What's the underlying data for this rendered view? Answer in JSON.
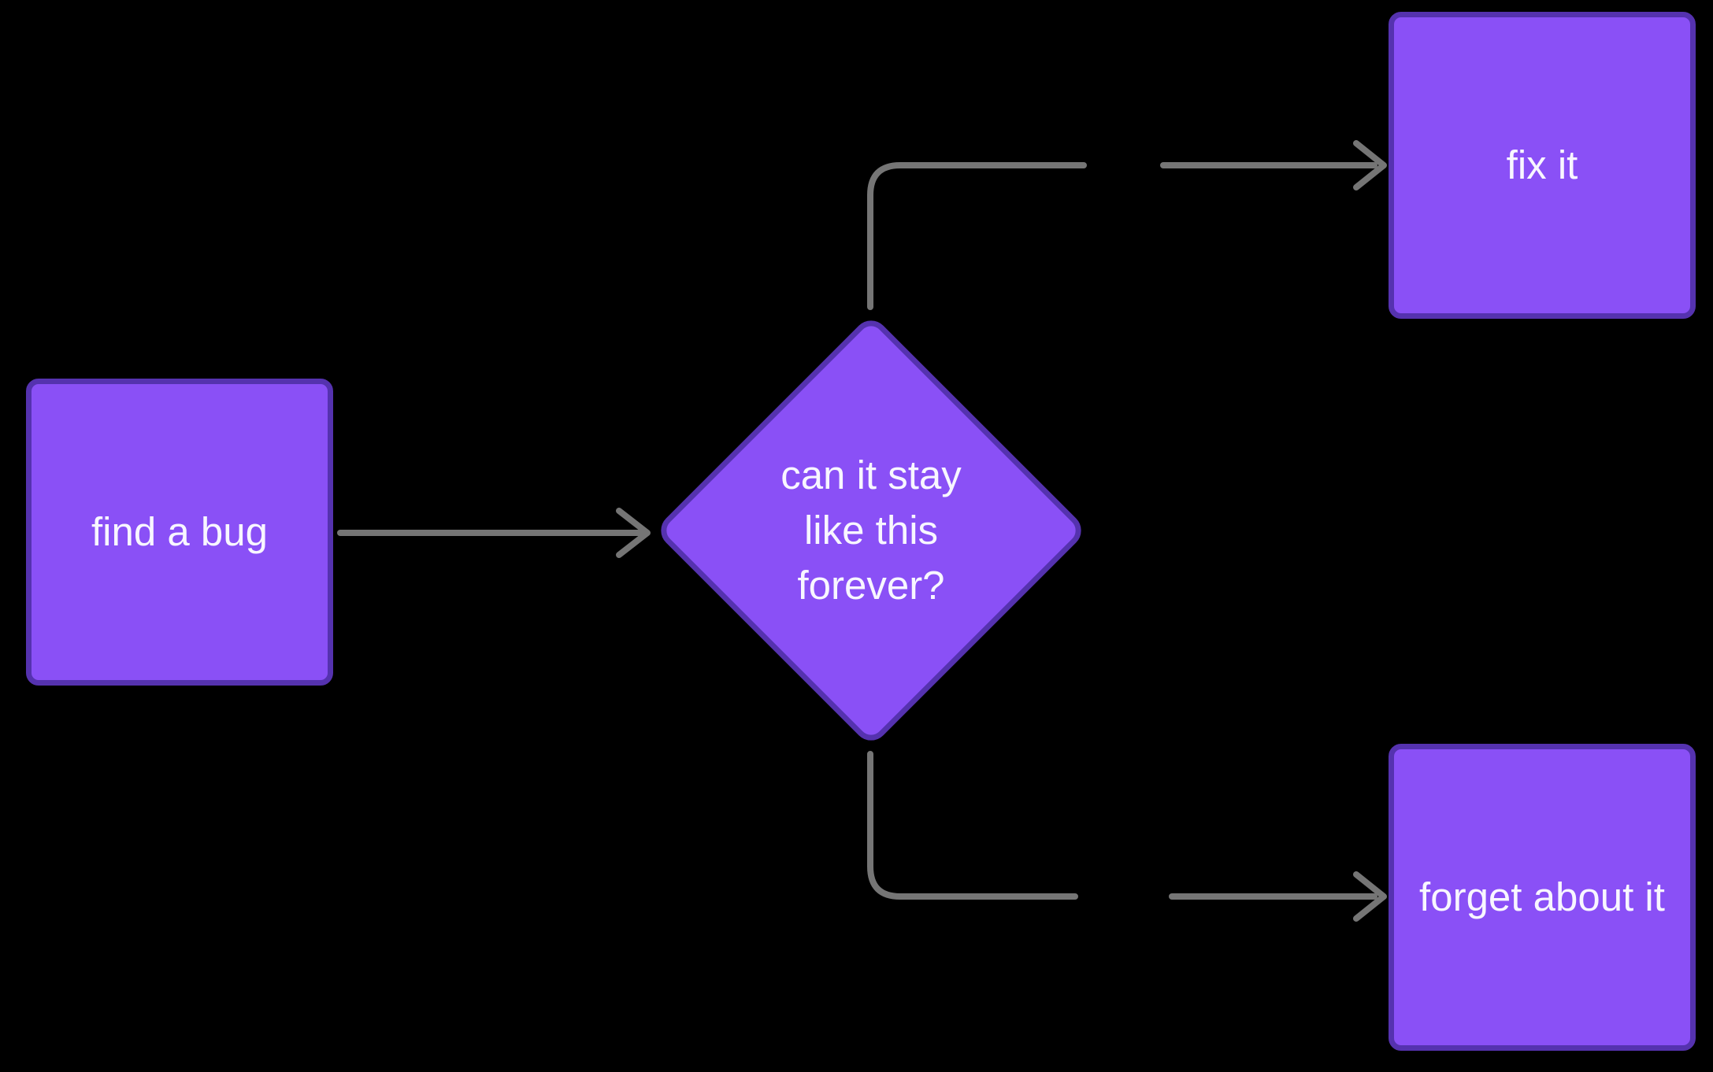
{
  "diagram": {
    "type": "flowchart",
    "background": "#000000",
    "colors": {
      "node_fill": "#8A50F6",
      "node_border": "#5532AF",
      "connector": "#757575",
      "label_text": "#F8F6FF"
    },
    "nodes": {
      "find_bug": {
        "label": "find a bug",
        "shape": "rounded-square"
      },
      "decision": {
        "label": "can it stay like this forever?",
        "lines": [
          "can it stay",
          "like this",
          "forever?"
        ],
        "shape": "diamond"
      },
      "fix_it": {
        "label": "fix it",
        "shape": "rounded-square"
      },
      "forget": {
        "label": "forget about it",
        "shape": "rounded-square"
      }
    },
    "edges": [
      {
        "from": "find a bug",
        "to": "can it stay like this forever?",
        "arrowhead": "open-chevron"
      },
      {
        "from": "can it stay like this forever?",
        "to": "fix it",
        "arrowhead": "open-chevron"
      },
      {
        "from": "can it stay like this forever?",
        "to": "forget about it",
        "arrowhead": "open-chevron"
      }
    ]
  }
}
